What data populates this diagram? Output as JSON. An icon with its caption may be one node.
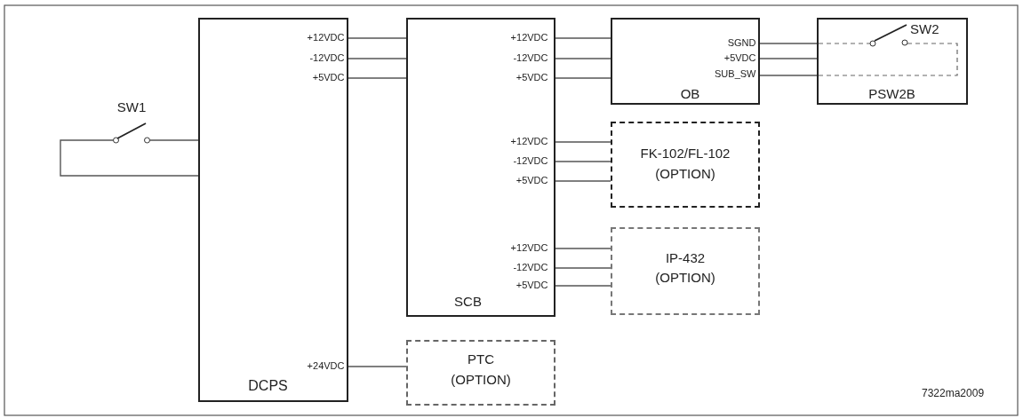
{
  "diagram": {
    "nodes": [
      {
        "text": [
          "+12VDC",
          "-12VDC",
          "+5VDC",
          "+24VDC",
          "DCPS"
        ]
      },
      {
        "text": [
          "+12VDC",
          "-12VDC",
          "+5VDC",
          "+12VDC",
          "-12VDC",
          "+5VDC",
          "+12VDC",
          "-12VDC",
          "+5VDC",
          "SCB"
        ]
      },
      {
        "text": [
          "SGND",
          "+5VDC",
          "SUB_SW",
          "OB"
        ]
      },
      {
        "text": [
          "PSW2B"
        ]
      },
      {
        "text": [
          "FK-102/FL-102",
          "(OPTION)"
        ]
      },
      {
        "text": [
          "IP-432",
          "(OPTION)"
        ]
      },
      {
        "text": [
          "PTC",
          "(OPTION)"
        ]
      },
      {
        "text": [
          "SW1"
        ]
      }
    ],
    "edges": [
      {
        "from": 0,
        "to": 1,
        "arrow": "none"
      },
      {
        "from": 0,
        "to": 1,
        "arrow": "none"
      },
      {
        "from": 0,
        "to": 1,
        "arrow": "none"
      },
      {
        "from": 1,
        "to": 2,
        "arrow": "none"
      },
      {
        "from": 1,
        "to": 2,
        "arrow": "none"
      },
      {
        "from": 1,
        "to": 2,
        "arrow": "none"
      },
      {
        "from": 1,
        "to": 4,
        "arrow": "none"
      },
      {
        "from": 1,
        "to": 4,
        "arrow": "none"
      },
      {
        "from": 1,
        "to": 4,
        "arrow": "none"
      },
      {
        "from": 1,
        "to": 5,
        "arrow": "none"
      },
      {
        "from": 1,
        "to": 5,
        "arrow": "none"
      },
      {
        "from": 1,
        "to": 5,
        "arrow": "none"
      },
      {
        "from": 0,
        "to": 6,
        "arrow": "none"
      },
      {
        "from": 2,
        "to": 3,
        "arrow": "none"
      },
      {
        "from": 2,
        "to": 3,
        "arrow": "none"
      },
      {
        "from": 2,
        "to": 3,
        "arrow": "none"
      },
      {
        "from": 7,
        "to": 0,
        "arrow": "none"
      },
      {
        "from": 7,
        "to": 0,
        "arrow": "none"
      }
    ],
    "labels": [
      "SW2",
      "7322ma2009"
    ]
  }
}
